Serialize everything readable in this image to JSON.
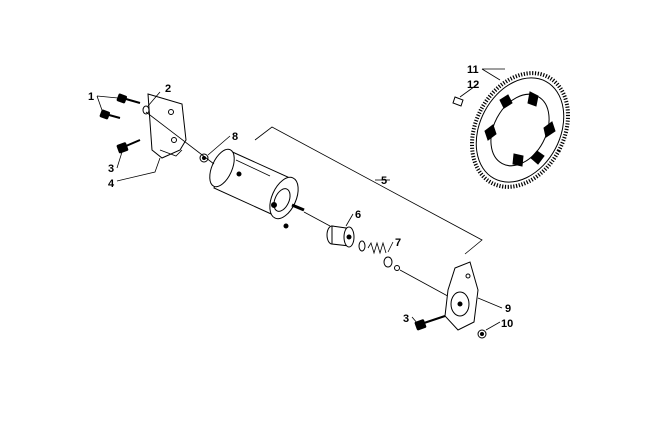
{
  "callouts": {
    "c1": "1",
    "c2": "2",
    "c3a": "3",
    "c4": "4",
    "c5": "5",
    "c6": "6",
    "c7": "7",
    "c8": "8",
    "c3b": "3",
    "c9": "9",
    "c10": "10",
    "c11": "11",
    "c12": "12"
  },
  "parts": {
    "p1": "bolt-icon",
    "p2": "washer-icon",
    "p3": "bolt-icon",
    "p4": "bracket-icon",
    "p5": "starter-kit",
    "p6": "drive-gear-icon",
    "p7": "spring-kit-icon",
    "p8": "nut-icon",
    "p9": "bracket-icon",
    "p10": "nut-icon",
    "p11": "ring-gear-icon",
    "p12": "screw-icon"
  }
}
